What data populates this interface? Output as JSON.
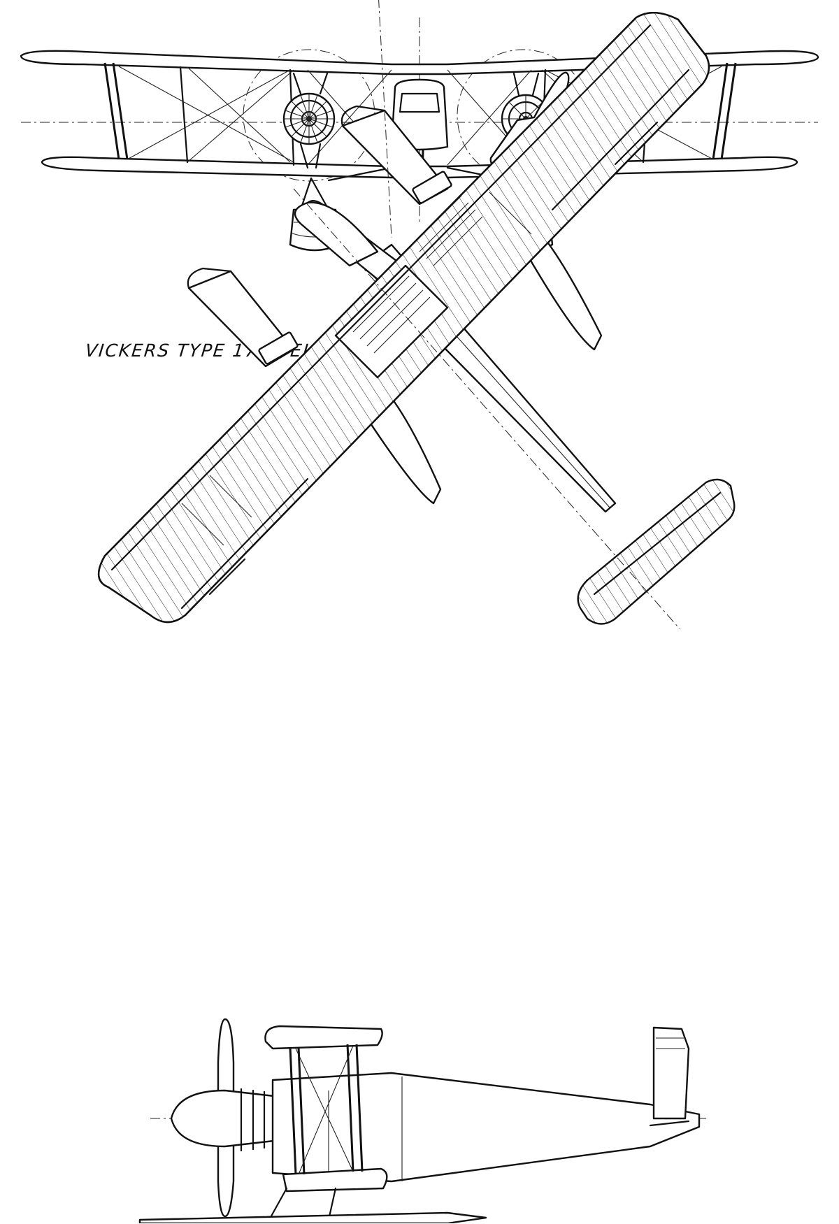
{
  "drawing": {
    "title": "VICKERS TYPE 172 VELLORE III"
  },
  "views": {
    "front": {
      "icon": "front-elevation-view"
    },
    "plan": {
      "icon": "plan-view"
    },
    "side": {
      "icon": "side-elevation-view"
    }
  },
  "colors": {
    "line": "#111111",
    "paper": "#ffffff"
  }
}
